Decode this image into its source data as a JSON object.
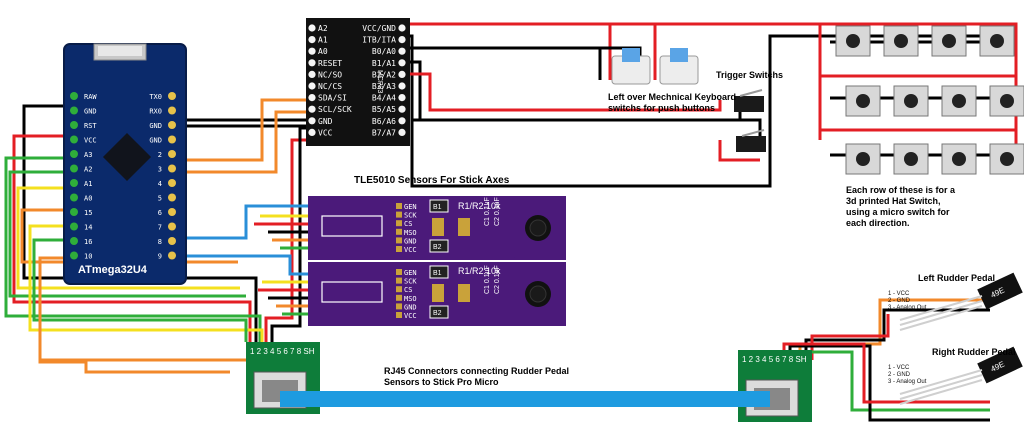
{
  "mcu": {
    "chip_label": "ATmega32U4",
    "left_header": [
      "TX0",
      "RX0",
      "GND",
      "GND",
      "2",
      "3",
      "4",
      "5",
      "6",
      "7",
      "8",
      "9"
    ],
    "right_header": [
      "RAW",
      "GND",
      "RST",
      "VCC",
      "A3",
      "A2",
      "A1",
      "A0",
      "15",
      "14",
      "16",
      "10"
    ]
  },
  "expander": {
    "left_pins": [
      "A2",
      "A1",
      "A0",
      "RESET",
      "NC/SO",
      "NC/CS",
      "SDA/SI",
      "SCL/SCK",
      "GND",
      "VCC"
    ],
    "right_pins": [
      "VCC/GND",
      "ITB/ITA",
      "B0/A0",
      "B1/A1",
      "B2/A2",
      "B3/A3",
      "B4/A4",
      "B5/A5",
      "B6/A6",
      "B7/A7"
    ],
    "chip_label": "MCP23"
  },
  "sensor": {
    "title": "TLE5010 Sensors For Stick Axes",
    "pins": [
      "GEN",
      "SCK",
      "CS",
      "MSO",
      "GND",
      "VCC"
    ],
    "pad_labels": [
      "B1",
      "B2",
      "R1",
      "R2",
      "C1",
      "C2"
    ],
    "resistor_note": "R1/R2:10k",
    "cap_note": "C1 0.1uF",
    "cap_note2": "C2 0.1uF"
  },
  "annotations": {
    "keyboard_switches": "Left over Mechnical Keyboard switchs for push buttons",
    "trigger": "Trigger Switchs",
    "hat": "Each row of these is for a 3d printed Hat Switch, using a micro switch for each direction.",
    "rj45": "RJ45 Connectors connecting Rudder Pedal Sensors to Stick Pro Micro",
    "left_pedal": "Left Rudder Pedal",
    "right_pedal": "Right Rudder Pedal"
  },
  "rj45": {
    "pins": "1 2 3 4 5 6 7 8 SH"
  },
  "hall_sensor": {
    "pinout": [
      "1 - VCC",
      "2 - GND",
      "3 - Analog Out"
    ],
    "marking": "49E"
  },
  "colors": {
    "mcu_board": "#0b2a6b",
    "expander_board": "#111111",
    "sensor_board": "#4b1a7a",
    "rj45_board": "#0e7d3a",
    "cable": "#1e9be0",
    "wire_red": "#e31e24",
    "wire_black": "#000000",
    "wire_orange": "#f2892b",
    "wire_yellow": "#f4e01f",
    "wire_green": "#2fae3a",
    "wire_blue": "#2a8fd8"
  }
}
